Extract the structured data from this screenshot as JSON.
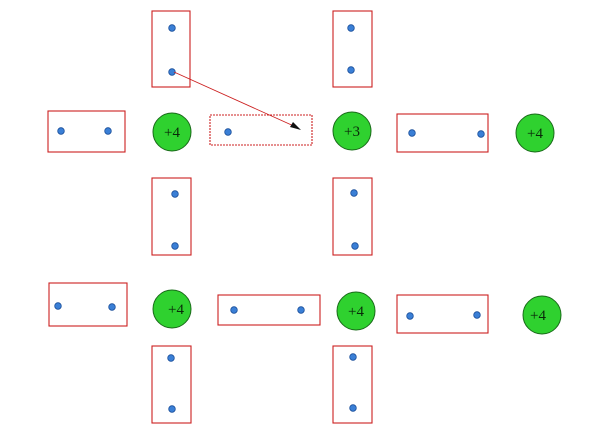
{
  "diagram": {
    "node_labels": {
      "n1": "+4",
      "n2": "+3",
      "n3": "+4",
      "n4": "+4",
      "n5": "+4",
      "n6": "+4"
    },
    "colors": {
      "box_stroke": "#cc2020",
      "dot_fill": "#3a7fd6",
      "node_fill": "#2fd12f",
      "arrow_head": "#111111"
    }
  }
}
